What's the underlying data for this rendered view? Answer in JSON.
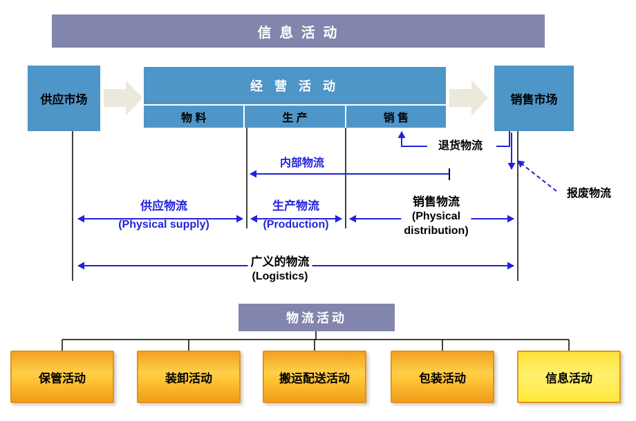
{
  "top_banner": {
    "label": "信 息 活 动"
  },
  "supply_market": {
    "label": "供应市场"
  },
  "business": {
    "header": "经 营 活 动",
    "cells": [
      {
        "label": "物 料"
      },
      {
        "label": "生 产"
      },
      {
        "label": "销 售"
      }
    ]
  },
  "sales_market": {
    "label": "销售市场"
  },
  "flows": {
    "return_label": "退货物流",
    "internal_label": "内部物流",
    "supply_cn": "供应物流",
    "supply_en": "(Physical supply)",
    "production_cn": "生产物流",
    "production_en": "(Production)",
    "sales_cn": "销售物流",
    "sales_en_line1": "(Physical",
    "sales_en_line2": "distribution)",
    "scrap_label": "报废物流",
    "broad_cn": "广义的物流",
    "broad_en": "(Logistics)"
  },
  "logistics_banner": {
    "label": "物流活动"
  },
  "bottom_boxes": [
    {
      "label": "保管活动"
    },
    {
      "label": "装卸活动"
    },
    {
      "label": "搬运配送活动"
    },
    {
      "label": "包装活动"
    },
    {
      "label": "信息活动"
    }
  ],
  "colors": {
    "banner_purple": "#8286ac",
    "box_blue": "#4e95c8",
    "flow_blue": "#2121dc",
    "fat_arrow_beige": "#ece9dc",
    "orange_border": "#e0921e",
    "orange_fill": "#f9a826",
    "yellow_fill": "#ffe93c",
    "line_black": "#000000"
  }
}
